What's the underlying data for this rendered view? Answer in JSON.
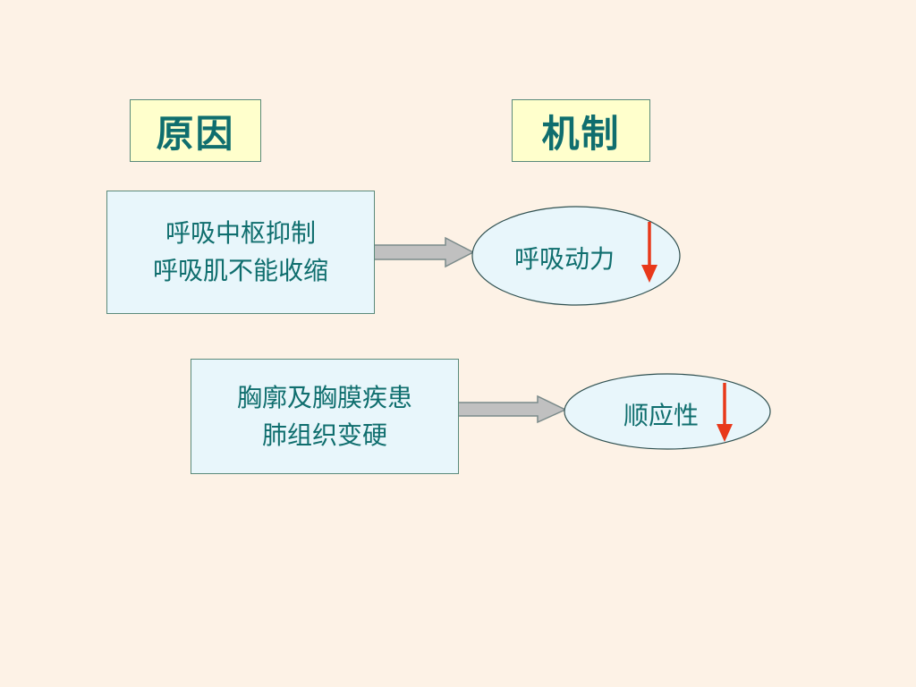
{
  "headers": {
    "cause": "原因",
    "mechanism": "机制"
  },
  "causes": [
    {
      "lines": [
        "呼吸中枢抑制",
        "呼吸肌不能收缩"
      ]
    },
    {
      "lines": [
        "胸廓及胸膜疾患",
        "肺组织变硬"
      ]
    }
  ],
  "mechanisms": [
    {
      "label": "呼吸动力",
      "trend": "down"
    },
    {
      "label": "顺应性",
      "trend": "down"
    }
  ],
  "colors": {
    "background": "#fdf2e6",
    "header_fill": "#ffffcc",
    "box_fill": "#e8f6fb",
    "text": "#0f6e6e",
    "arrow_fill": "#c0c0c0",
    "down_arrow": "#e8381a"
  }
}
